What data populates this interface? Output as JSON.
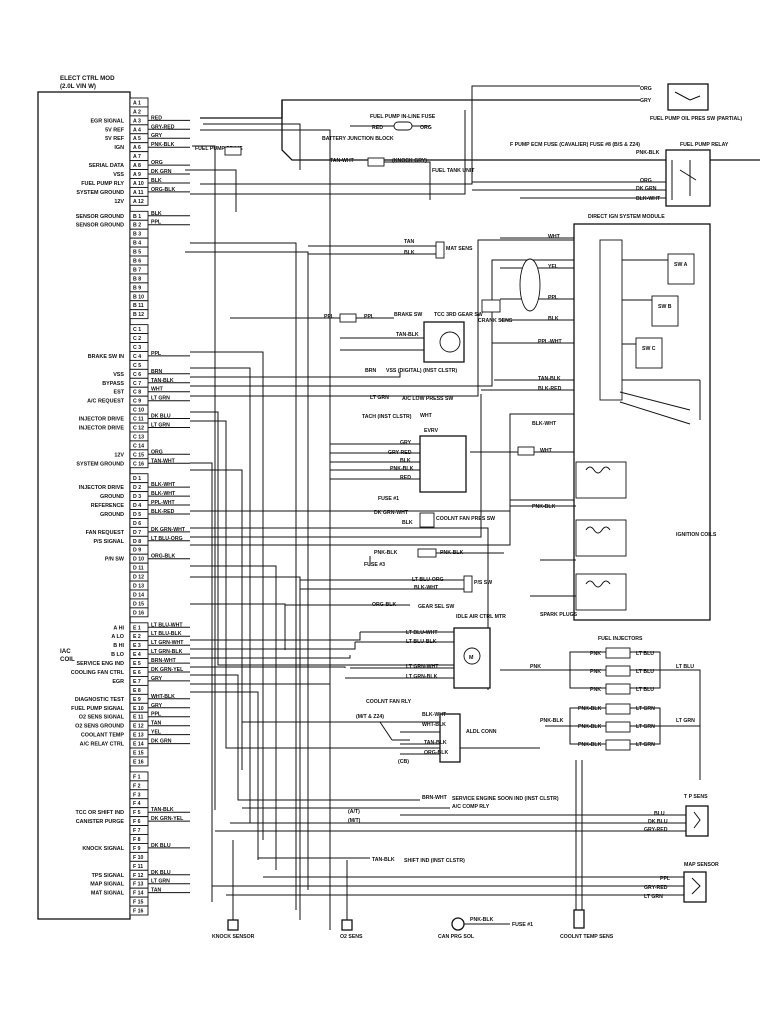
{
  "ecm": {
    "title_line1": "ELECT CTRL MOD",
    "title_line2": "(2.0L VIN W)",
    "signals": [
      {
        "label": "EGR SIGNAL",
        "pin": "A3"
      },
      {
        "label": "5V REF",
        "pin": "A4"
      },
      {
        "label": "5V REF",
        "pin": "A5"
      },
      {
        "label": "IGN",
        "pin": "A6"
      },
      {
        "label": "SERIAL DATA",
        "pin": "A8"
      },
      {
        "label": "VSS",
        "pin": "A9"
      },
      {
        "label": "FUEL PUMP RLY",
        "pin": "A10"
      },
      {
        "label": "SYSTEM GROUND",
        "pin": "A11"
      },
      {
        "label": "12V",
        "pin": "A12"
      },
      {
        "label": "SENSOR GROUND",
        "pin": "B1"
      },
      {
        "label": "SENSOR GROUND",
        "pin": "B2"
      },
      {
        "label": "BRAKE SW IN",
        "pin": "C4"
      },
      {
        "label": "VSS",
        "pin": "C6"
      },
      {
        "label": "BYPASS",
        "pin": "C7"
      },
      {
        "label": "EST",
        "pin": "C8"
      },
      {
        "label": "A/C REQUEST",
        "pin": "C9"
      },
      {
        "label": "INJECTOR DRIVE",
        "pin": "C11"
      },
      {
        "label": "INJECTOR DRIVE",
        "pin": "C12"
      },
      {
        "label": "12V",
        "pin": "C15"
      },
      {
        "label": "SYSTEM GROUND",
        "pin": "C16"
      },
      {
        "label": "INJECTOR DRIVE",
        "pin": "D2"
      },
      {
        "label": "GROUND",
        "pin": "D3"
      },
      {
        "label": "REFERENCE",
        "pin": "D4"
      },
      {
        "label": "GROUND",
        "pin": "D5"
      },
      {
        "label": "FAN REQUEST",
        "pin": "D7"
      },
      {
        "label": "P/S SIGNAL",
        "pin": "D8"
      },
      {
        "label": "P/N SW",
        "pin": "D10"
      },
      {
        "label": "A HI",
        "pin": "E1"
      },
      {
        "label": "A LO",
        "pin": "E2"
      },
      {
        "label": "B HI",
        "pin": "E3"
      },
      {
        "label": "B LO",
        "pin": "E4"
      },
      {
        "label": "SERVICE ENG IND",
        "pin": "E5"
      },
      {
        "label": "COOLING FAN CTRL",
        "pin": "E6"
      },
      {
        "label": "EGR",
        "pin": "E7"
      },
      {
        "label": "DIAGNOSTIC TEST",
        "pin": "E9"
      },
      {
        "label": "FUEL PUMP SIGNAL",
        "pin": "E10"
      },
      {
        "label": "O2 SENS SIGNAL",
        "pin": "E11"
      },
      {
        "label": "O2 SENS GROUND",
        "pin": "E12"
      },
      {
        "label": "COOLANT TEMP",
        "pin": "E13"
      },
      {
        "label": "A/C RELAY CTRL",
        "pin": "E14"
      },
      {
        "label": "TCC OR SHIFT IND",
        "pin": "F5"
      },
      {
        "label": "CANISTER PURGE",
        "pin": "F6"
      },
      {
        "label": "KNOCK SIGNAL",
        "pin": "F9"
      },
      {
        "label": "TPS SIGNAL",
        "pin": "F12"
      },
      {
        "label": "MAP SIGNAL",
        "pin": "F13"
      },
      {
        "label": "MAT SIGNAL",
        "pin": "F14"
      }
    ],
    "iac_label": "IAC",
    "coil_label": "COIL",
    "pin_groups": [
      {
        "letter": "A",
        "count": 12
      },
      {
        "letter": "B",
        "count": 12
      },
      {
        "letter": "C",
        "count": 16
      },
      {
        "letter": "D",
        "count": 16
      },
      {
        "letter": "E",
        "count": 16
      },
      {
        "letter": "F",
        "count": 16
      }
    ]
  },
  "wire_labels": [
    {
      "text": "RED",
      "pin": "A3"
    },
    {
      "text": "GRY-RED",
      "pin": "A4"
    },
    {
      "text": "GRY",
      "pin": "A5"
    },
    {
      "text": "PNK-BLK",
      "pin": "A6"
    },
    {
      "text": "ORG",
      "pin": "A8"
    },
    {
      "text": "DK GRN",
      "pin": "A9"
    },
    {
      "text": "BLK",
      "pin": "A10"
    },
    {
      "text": "ORG-BLK",
      "pin": "A11"
    },
    {
      "text": "BLK",
      "pin": "B1"
    },
    {
      "text": "PPL",
      "pin": "B2"
    },
    {
      "text": "PPL",
      "pin": "C4"
    },
    {
      "text": "BRN",
      "pin": "C6"
    },
    {
      "text": "TAN-BLK",
      "pin": "C7"
    },
    {
      "text": "WHT",
      "pin": "C8"
    },
    {
      "text": "LT GRN",
      "pin": "C9"
    },
    {
      "text": "DK BLU",
      "pin": "C11"
    },
    {
      "text": "LT GRN",
      "pin": "C12"
    },
    {
      "text": "ORG",
      "pin": "C15"
    },
    {
      "text": "TAN-WHT",
      "pin": "C16"
    },
    {
      "text": "BLK-WHT",
      "pin": "D2"
    },
    {
      "text": "BLK-WHT",
      "pin": "D3"
    },
    {
      "text": "PPL-WHT",
      "pin": "D4"
    },
    {
      "text": "BLK-RED",
      "pin": "D5"
    },
    {
      "text": "DK GRN-WHT",
      "pin": "D7"
    },
    {
      "text": "LT BLU-ORG",
      "pin": "D8"
    },
    {
      "text": "ORG-BLK",
      "pin": "D10"
    },
    {
      "text": "LT BLU-WHT",
      "pin": "E1"
    },
    {
      "text": "LT BLU-BLK",
      "pin": "E2"
    },
    {
      "text": "LT GRN-WHT",
      "pin": "E3"
    },
    {
      "text": "LT GRN-BLK",
      "pin": "E4"
    },
    {
      "text": "BRN-WHT",
      "pin": "E5"
    },
    {
      "text": "DK GRN-YEL",
      "pin": "E6"
    },
    {
      "text": "GRY",
      "pin": "E7"
    },
    {
      "text": "WHT-BLK",
      "pin": "E9"
    },
    {
      "text": "GRY",
      "pin": "E10"
    },
    {
      "text": "PPL",
      "pin": "E11"
    },
    {
      "text": "TAN",
      "pin": "E12"
    },
    {
      "text": "YEL",
      "pin": "E13"
    },
    {
      "text": "DK GRN",
      "pin": "E14"
    },
    {
      "text": "TAN-BLK",
      "pin": "F5"
    },
    {
      "text": "DK GRN-YEL",
      "pin": "F6"
    },
    {
      "text": "DK BLU",
      "pin": "F9"
    },
    {
      "text": "DK BLU",
      "pin": "F12"
    },
    {
      "text": "LT GRN",
      "pin": "F13"
    },
    {
      "text": "TAN",
      "pin": "F14"
    }
  ],
  "components": {
    "fuel_pump_inline_fuse": "FUEL PUMP IN-LINE FUSE",
    "fuse_red": "RED",
    "fuse_org": "ORG",
    "battery_junction_block": "BATTERY JUNCTION BLOCK",
    "fuel_pump_prime": "FUEL PUMP PRIME",
    "fuel_tank_unit": "FUEL TANK UNIT",
    "tan_wht": "TAN-WHT",
    "knock_gry": "(KNOCK GRY)",
    "fuel_pump_oil_press_sw": "FUEL PUMP OIL PRES SW (PARTIAL)",
    "fuel_pump_relay": "FUEL PUMP RELAY",
    "f_pump_ecm_fuse": "F PUMP ECM FUSE (CAVALIER) FUSE #8 (B/S & Z24)",
    "pnk_blk": "PNK-BLK",
    "org": "ORG",
    "gry": "GRY",
    "dk_grn": "DK GRN",
    "blk_wht": "BLK-WHT",
    "dism": "DIRECT IGN SYSTEM MODULE",
    "mat_sens": "MAT SENS",
    "tan": "TAN",
    "blk": "BLK",
    "wht": "WHT",
    "yel": "YEL",
    "ppl": "PPL",
    "ppl_wht": "PPL-WHT",
    "tan_blk": "TAN-BLK",
    "blk_red": "BLK-RED",
    "crank_sens": "CRANK SENS",
    "brake_sw": "BRAKE SW",
    "tcc_3rd_gear_sw": "TCC 3RD GEAR SW",
    "vss_digital": "VSS (DIGITAL) (INST CLSTR)",
    "brn": "BRN",
    "lt_grn": "LT GRN",
    "ac_low_press_sw": "A/C LOW PRESS SW",
    "tach": "TACH (INST CLSTR)",
    "evrv": "EVRV",
    "gry_red": "GRY-RED",
    "red": "RED",
    "fuse_1": "FUSE #1",
    "fuse_3": "FUSE #3",
    "dk_grn_wht": "DK GRN-WHT",
    "coolant_fan_press_sw": "COOLNT FAN PRES SW",
    "lt_blu_org": "LT BLU-ORG",
    "blk_wht2": "BLK-WHT",
    "ps_sw": "P/S SW",
    "org_blk": "ORG-BLK",
    "gear_sel_sw": "GEAR SEL SW",
    "idle_air_ctrl_mtr": "IDLE AIR CTRL MTR",
    "lt_blu_wht": "LT BLU-WHT",
    "lt_blu_blk": "LT BLU-BLK",
    "lt_grn_wht": "LT GRN-WHT",
    "lt_grn_blk": "LT GRN-BLK",
    "m_symbol": "M",
    "coolant_fan_rly": "COOLNT FAN RLY",
    "mt_zon": "(M/T & Z24)",
    "cb": "(CB)",
    "alcl_conn": "ALDL CONN",
    "blk_wht3": "BLK-WHT",
    "wht_blk": "WHT-BLK",
    "tan_blk2": "TAN-BLK",
    "org_blk2": "ORG-BLK",
    "service_engine_soon": "SERVICE ENGINE SOON IND (INST CLSTR)",
    "ac_comp_rly": "A/C COMP RLY",
    "mt": "(M/T)",
    "at": "(A/T)",
    "shift_ind": "SHIFT IND (INST CLSTR)",
    "brn_wht": "BRN-WHT",
    "tps_sens": "T P SENS",
    "map_sensor": "MAP SENSOR",
    "blu": "BLU",
    "dk_blu": "DK BLU",
    "gry_red2": "GRY-RED",
    "ppl2": "PPL",
    "knock_sensor": "KNOCK SENSOR",
    "o2_sens": "O2 SENS",
    "can_prg_sol": "CAN PRG SOL",
    "cnk_blk": "PNK-BLK",
    "fuse_1b": "FUSE #1",
    "coolant_temp_sens": "COOLNT TEMP SENS",
    "spark_plugs": "SPARK PLUGS",
    "ignition_coils": "IGNITION COILS",
    "fuel_injectors": "FUEL INJECTORS",
    "pnk": "PNK",
    "lt_blu": "LT BLU",
    "lt_grn2": "LT GRN",
    "sw_a": "SW A",
    "sw_b": "SW B",
    "sw_c": "SW C"
  }
}
